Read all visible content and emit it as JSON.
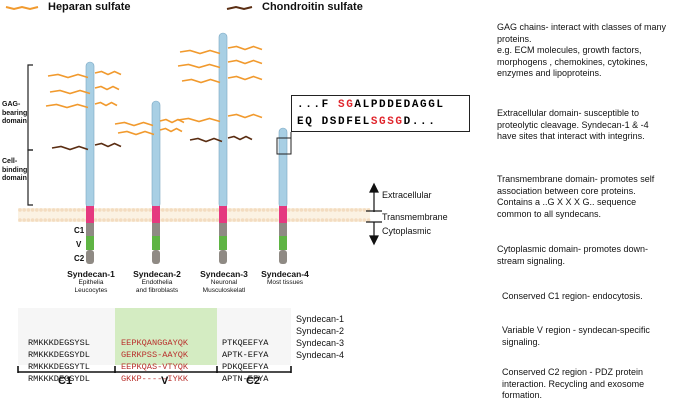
{
  "legend": {
    "heparan": "Heparan sulfate",
    "chondroitin": "Chondroitin sulfate",
    "colors": {
      "heparan": "#f19a2e",
      "chondroitin": "#5a2d12"
    }
  },
  "side_labels": {
    "gag": [
      "GAG-",
      "bearing",
      "domain"
    ],
    "cell": [
      "Cell-",
      "binding",
      "domain"
    ]
  },
  "domains": {
    "extracellular": "Extracellular",
    "transmembrane": "Transmembrane",
    "cytoplasmic": "Cytoplasmic"
  },
  "regions": {
    "c1": "C1",
    "v": "V",
    "c2": "C2"
  },
  "syndecans": [
    {
      "name": "Syndecan-1",
      "sub": [
        "Epithelia",
        "Leucocytes"
      ]
    },
    {
      "name": "Syndecan-2",
      "sub": [
        "Endothelia",
        "and fibroblasts"
      ]
    },
    {
      "name": "Syndecan-3",
      "sub": [
        "Neuronal",
        "Musculoskelatl"
      ]
    },
    {
      "name": "Syndecan-4",
      "sub": [
        "Most tissues"
      ]
    }
  ],
  "sequence": {
    "line1": [
      {
        "t": "...F ",
        "red": false
      },
      {
        "t": "SG",
        "red": true
      },
      {
        "t": "ALPDDEDAGGL",
        "red": false
      }
    ],
    "line2": [
      {
        "t": "EQ DSDFEL",
        "red": false
      },
      {
        "t": "SGSG",
        "red": true
      },
      {
        "t": "D...",
        "red": false
      }
    ]
  },
  "alignment": {
    "c1": [
      "RMKKKDEGSYSL",
      "RMKKKDEGSYDL",
      "RMKKKDEGSYTL",
      "RMKKKDEGSYDL"
    ],
    "v": [
      "EEPKQANGGAYQK",
      "GERKPSS-AAYQK",
      "EEPKQAS-VTYQK",
      "GKKP-----IYKK"
    ],
    "c2": [
      "PTKQEEFYA",
      "APTK-EFYA",
      "PDKQEEFYA",
      "APTN-EFYA"
    ],
    "names": [
      "Syndecan-1",
      "Syndecan-2",
      "Syndecan-3",
      "Syndecan-4"
    ],
    "axis": {
      "c1": "C1",
      "v": "V",
      "c2": "C2"
    }
  },
  "boxes": [
    {
      "text": "GAG chains- interact with classes of many proteins.\ne.g. ECM molecules, growth factors, morphogens , chemokines, cytokines, enzymes and lipoproteins.",
      "bg": "#f7c98a"
    },
    {
      "text": "Extracellular domain- susceptible to proteolytic cleavage. Syndecan-1 & -4 have sites that interact with integrins.",
      "bg": "#c7e3ef"
    },
    {
      "text": "Transmembrane domain- promotes self association between core proteins. Contains a ..G X X X G.. sequence common to all syndecans.",
      "bg": "#f2a9c9"
    },
    {
      "text": "Cytoplasmic domain- promotes down-stream signaling.",
      "bg": "#ffffff"
    },
    {
      "text": "Conserved C1 region- endocytosis.",
      "bg": "#c9c6c1"
    },
    {
      "text": "Variable V region - syndecan-specific signaling.",
      "bg": "#bfe0a8"
    },
    {
      "text": "Conserved C2 region - PDZ protein interaction. Recycling and exosome formation.",
      "bg": "#c9c6c1"
    }
  ]
}
